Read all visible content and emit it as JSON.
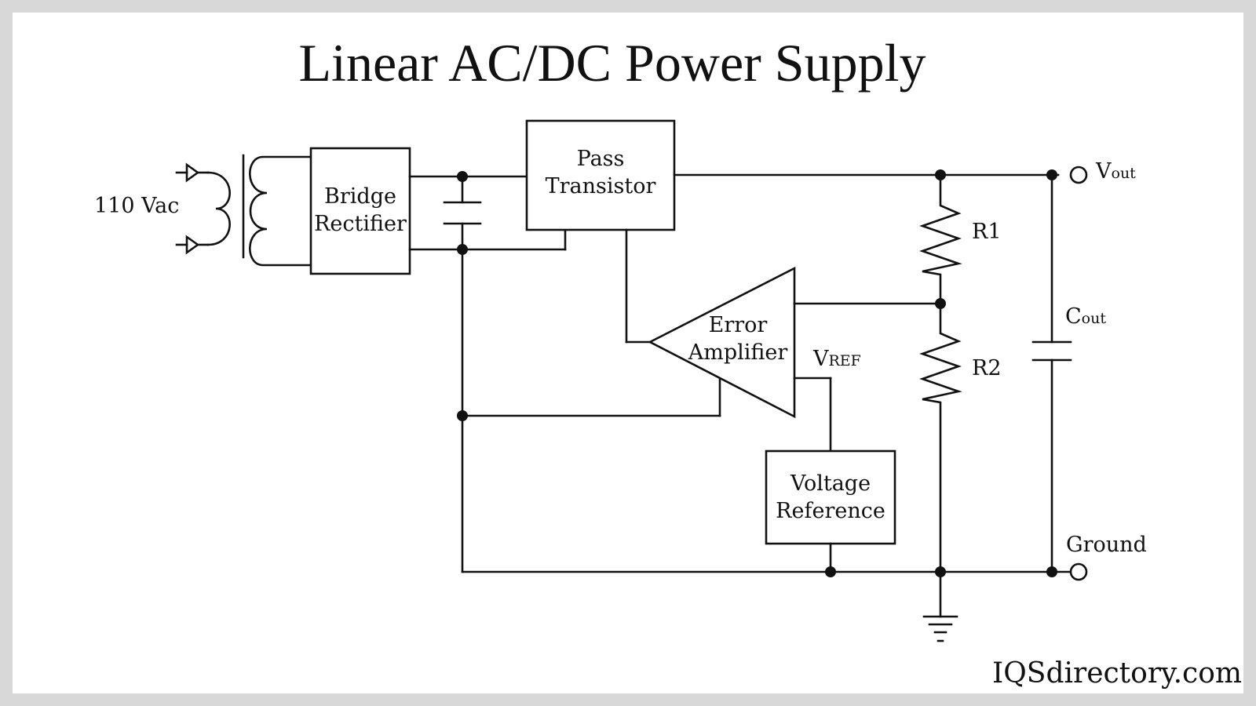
{
  "title": "Linear AC/DC Power Supply",
  "input": {
    "label": "110 Vac"
  },
  "blocks": {
    "bridge_rectifier": {
      "line1": "Bridge",
      "line2": "Rectifier"
    },
    "pass_transistor": {
      "line1": "Pass",
      "line2": "Transistor"
    },
    "error_amplifier": {
      "line1": "Error",
      "line2": "Amplifier"
    },
    "voltage_reference": {
      "line1": "Voltage",
      "line2": "Reference"
    }
  },
  "labels": {
    "r1": "R1",
    "r2": "R2",
    "cout_main": "C",
    "cout_sub": "out",
    "vout_main": "V",
    "vout_sub": "out",
    "vref_main": "V",
    "vref_sub": "REF",
    "ground": "Ground"
  },
  "brand": "IQSdirectory.com"
}
